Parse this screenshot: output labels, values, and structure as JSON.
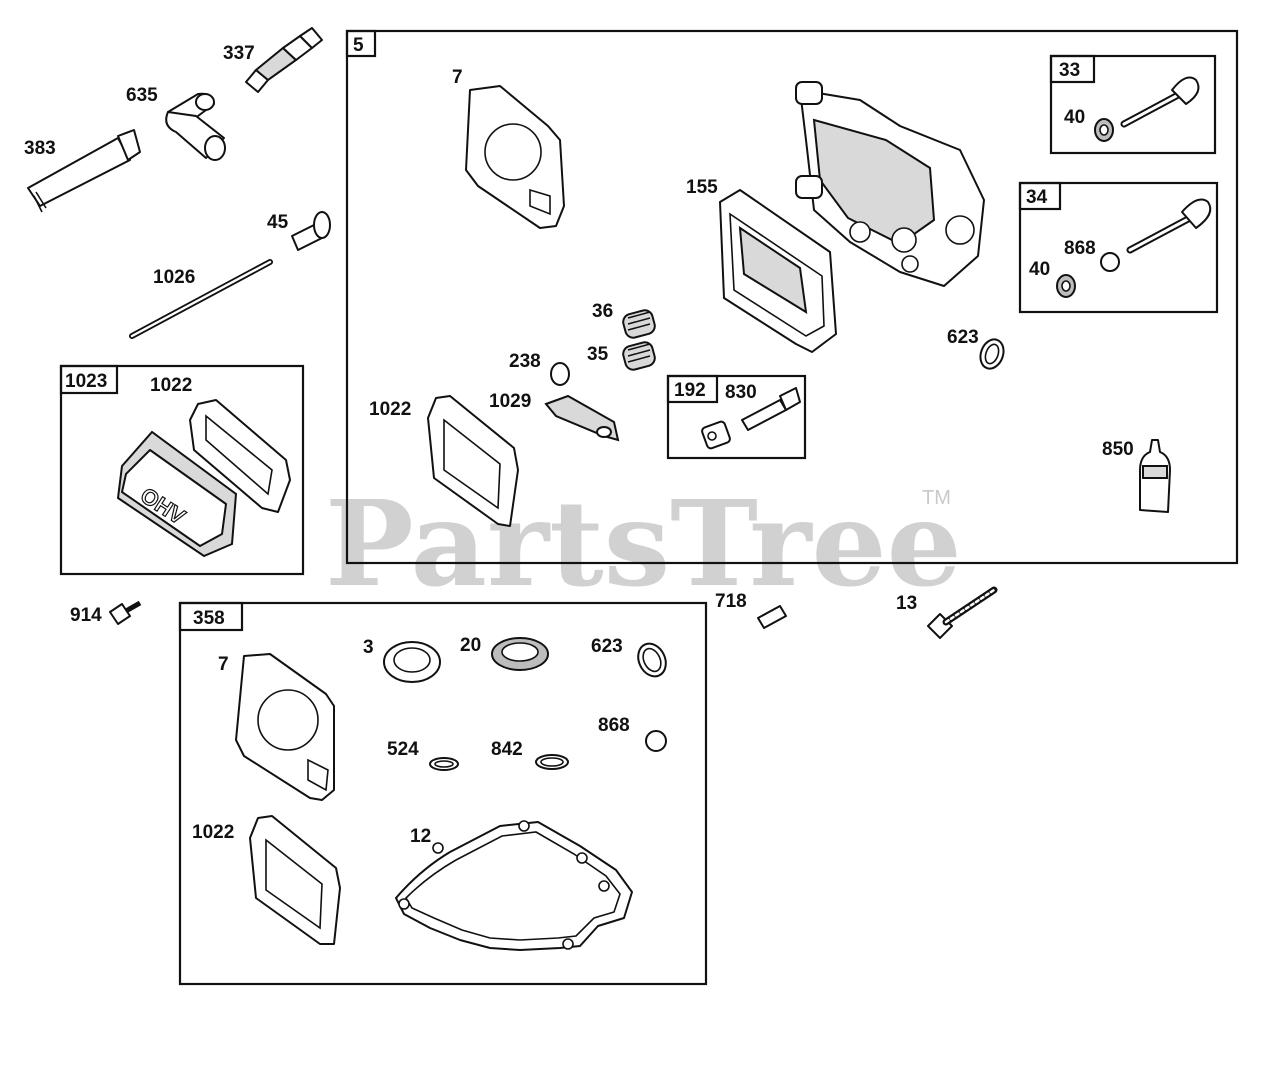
{
  "watermark": {
    "text": "PartsTree",
    "trademark": "TM"
  },
  "groups": {
    "g5": "5",
    "g33": "33",
    "g34": "34",
    "g192": "192",
    "g1023": "1023",
    "g358": "358"
  },
  "callouts": {
    "p337": "337",
    "p635": "635",
    "p383": "383",
    "p45": "45",
    "p1026": "1026",
    "p1022_kit1023": "1022",
    "p914": "914",
    "p7_top": "7",
    "p155": "155",
    "p40_top": "40",
    "p868_top": "868",
    "p40_mid": "40",
    "p36": "36",
    "p35": "35",
    "p238": "238",
    "p623_top": "623",
    "p1022_top": "1022",
    "p1029": "1029",
    "p830": "830",
    "p850": "850",
    "p718": "718",
    "p13": "13",
    "p3": "3",
    "p20": "20",
    "p623_bot": "623",
    "p7_bot": "7",
    "p524": "524",
    "p842": "842",
    "p868_bot": "868",
    "p1022_bot": "1022",
    "p12": "12"
  },
  "cover_text": "OHV"
}
